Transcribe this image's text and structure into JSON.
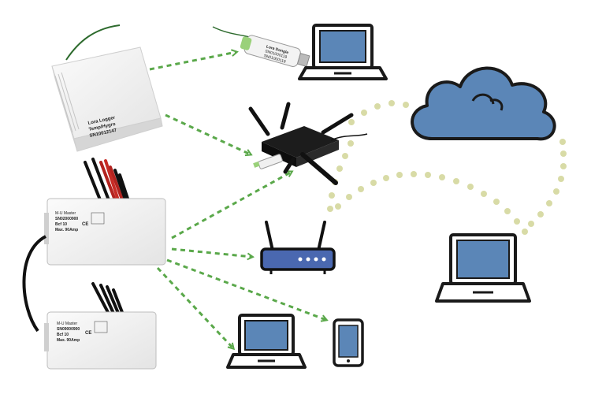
{
  "devices": {
    "lora_logger": {
      "line1": "Lora Logger",
      "line2": "Temp/Hygro",
      "line3": "SN10012147"
    },
    "lora_dongle": {
      "line1": "Lora Dongle",
      "line2": "SN01000119",
      "line3": "SN01000119"
    },
    "meter_master_top": {
      "line1": "M-U Master",
      "line2": "SN02000900",
      "line3": "Bcf 10",
      "line4": "Max. 90Amp",
      "mark": "CE"
    },
    "meter_master_bottom": {
      "line1": "M-U Master",
      "line2": "SN09000900",
      "line3": "Bcf 10",
      "line4": "Max. 90Amp",
      "mark": "CE"
    }
  },
  "colors": {
    "arrow_green": "#5aa84a",
    "cloud_fill": "#5b86b7",
    "cloud_stroke": "#1a1a1a",
    "dots": "#d8dba6",
    "screen_blue": "#5b86b7",
    "router_blue": "#4a68b0"
  }
}
